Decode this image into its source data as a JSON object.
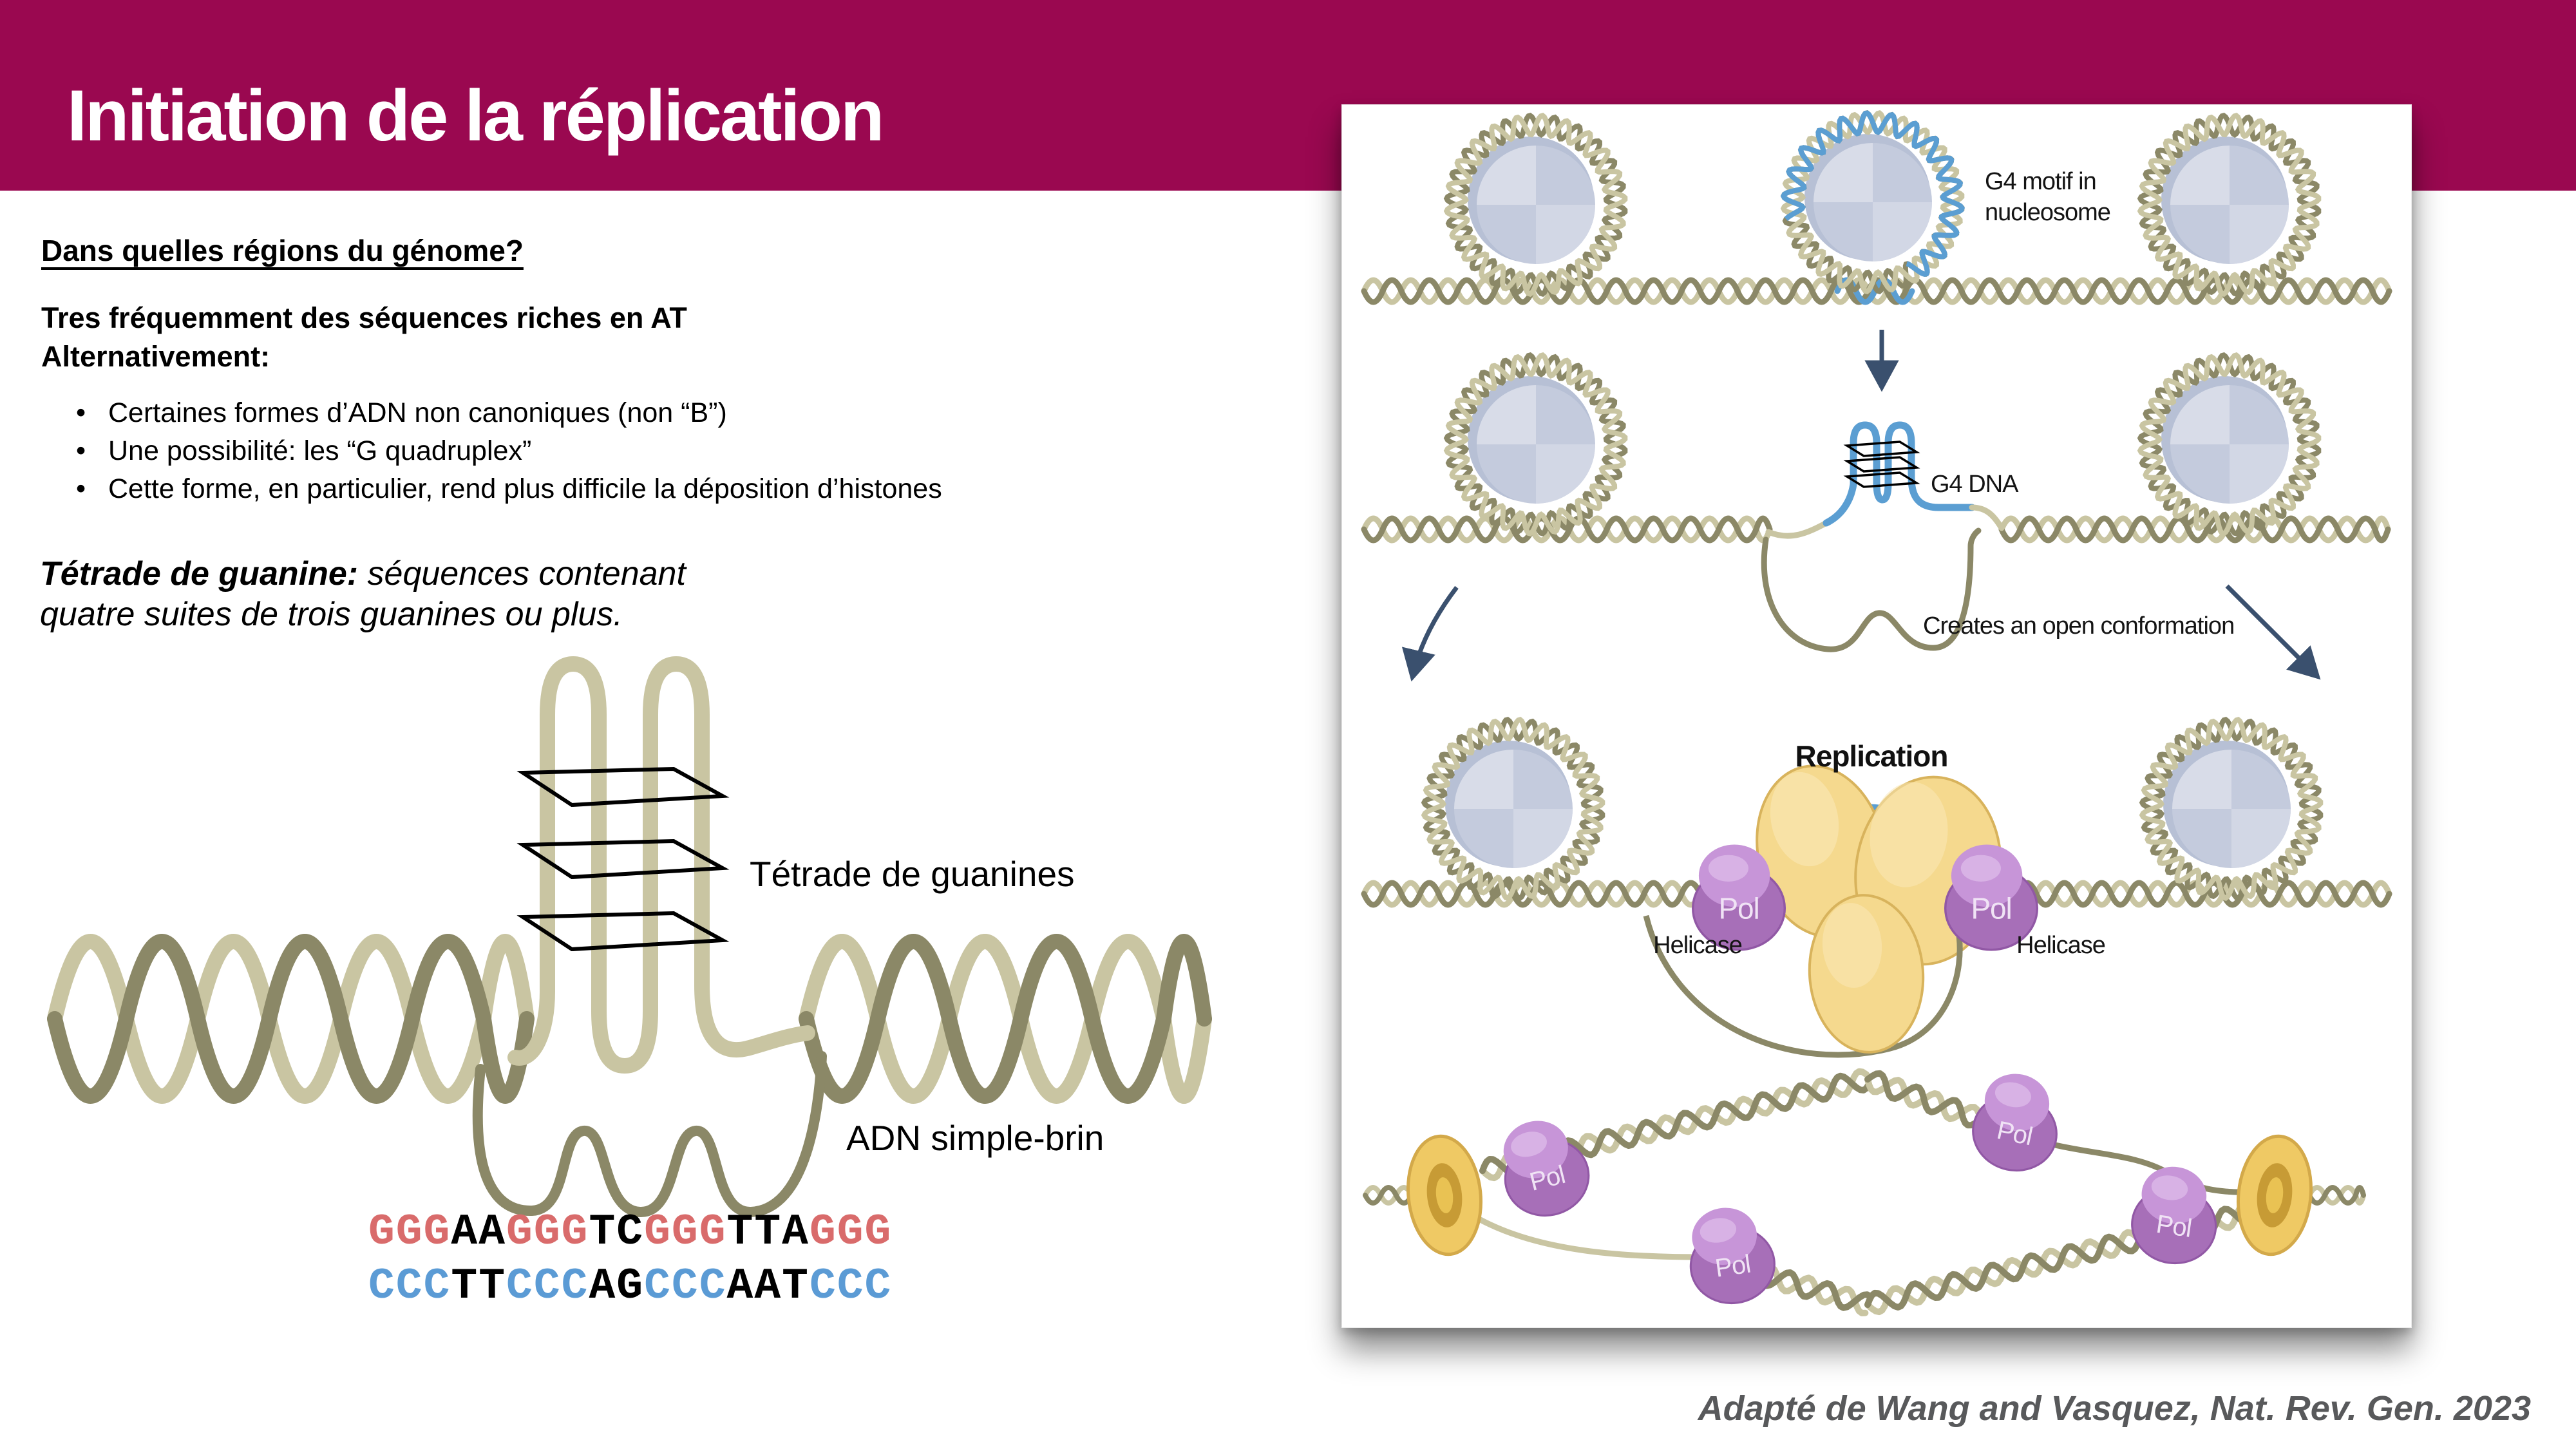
{
  "header": {
    "title": "Initiation de la réplication"
  },
  "left": {
    "question": "Dans quelles régions du génome?",
    "statement_line1": "Tres fréquemment des séquences riches en AT",
    "statement_line2": "Alternativement:",
    "bullets": [
      "Certaines formes d’ADN non canoniques (non “B”)",
      "Une possibilité: les “G quadruplex”",
      "Cette forme, en particulier, rend plus difficile la déposition d’histones"
    ],
    "tetrad_term": "Tétrade de guanine:",
    "tetrad_def_line1": " séquences contenant",
    "tetrad_def_line2": "quatre suites de trois guanines ou plus.",
    "diagram_labels": {
      "tetrad": "Tétrade de guanines",
      "ssdna": "ADN simple-brin"
    },
    "seq_top": [
      {
        "t": "GGG"
      },
      {
        "t": "AA"
      },
      {
        "t": "GGG"
      },
      {
        "t": "TC"
      },
      {
        "t": "GGG"
      },
      {
        "t": "TTA"
      },
      {
        "t": "GGG"
      }
    ],
    "seq_bottom": [
      {
        "t": "CCC"
      },
      {
        "t": "TT"
      },
      {
        "t": "CCC"
      },
      {
        "t": "AG"
      },
      {
        "t": "CCC"
      },
      {
        "t": "AAT"
      },
      {
        "t": "CCC"
      }
    ]
  },
  "figure": {
    "labels": {
      "g4_motif_line1": "G4 motif in",
      "g4_motif_line2": "nucleosome",
      "g4_dna": "G4 DNA",
      "open_conformation": "Creates an open conformation",
      "replication": "Replication",
      "helicase_left": "Helicase",
      "helicase_right": "Helicase",
      "pol": "Pol"
    }
  },
  "citation": "Adapté de Wang and Vasquez, Nat. Rev. Gen. 2023",
  "colors": {
    "accent": "#9A0850",
    "dna_tan": "#C9C5A2",
    "dna_olive": "#8B8867",
    "g4_blue": "#5B9ED2",
    "arrow": "#3A506E",
    "nucleosome_core": "#C4CBDD",
    "nucleosome_light": "#D8DCE8",
    "nucleosome_mid": "#D2D7E5",
    "nucleosome_shadow": "#AAB5CE",
    "helicase_yellow": "#F5D98E",
    "helicase_stroke": "#D8B35C",
    "helicase_highlight": "#FAE7B6",
    "ring_yellow": "#EFC964",
    "ring_stroke": "#D3A94A",
    "ring_inner": "#C79B35",
    "pol_purple": "#A76FB8",
    "pol_purple_dark": "#9158A5",
    "pol_light": "#C795D8",
    "pol_highlight": "#DCB9E8",
    "pol_text": "#F0E3F5",
    "seq_red": "#D96B6B",
    "seq_blue": "#5B9BD5",
    "citation_gray": "#58595B",
    "tetrad_stroke": "#000000"
  }
}
